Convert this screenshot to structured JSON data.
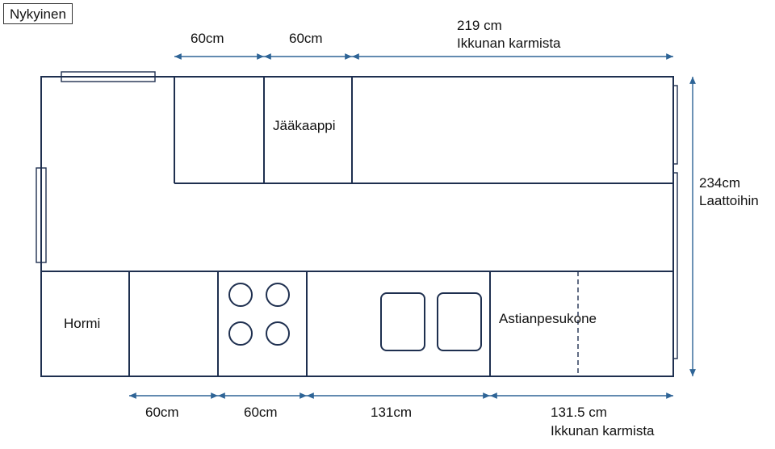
{
  "tag": "Nykyinen",
  "labels": {
    "fridge": "Jääkaappi",
    "chimney": "Hormi",
    "dishwasher": "Astianpesukone"
  },
  "dimensions": {
    "top_1": "60cm",
    "top_2": "60cm",
    "top_3_value": "219 cm",
    "top_3_note": "Ikkunan karmista",
    "right_value": "234cm",
    "right_note": "Laattoihin",
    "bottom_1": "60cm",
    "bottom_2": "60cm",
    "bottom_3": "131cm",
    "bottom_4_value": "131.5 cm",
    "bottom_4_note": "Ikkunan karmista"
  },
  "colors": {
    "outline": "#1e2f4f",
    "dimension_arrow": "#2e6496"
  }
}
